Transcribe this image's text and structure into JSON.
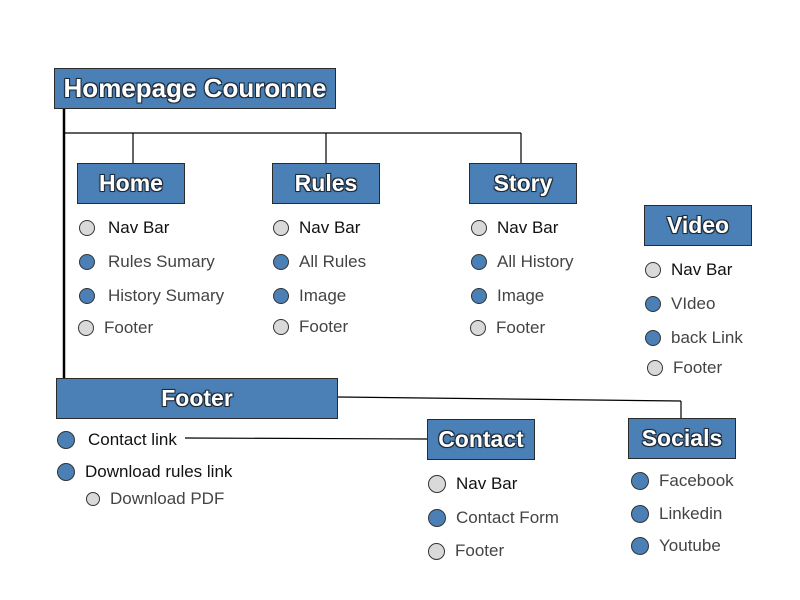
{
  "colors": {
    "box_fill": "#4a80b5",
    "dot_blue": "#4a80b5",
    "dot_grey": "#d9d9d9",
    "line": "#000000"
  },
  "root": {
    "title": "Homepage Couronne"
  },
  "home": {
    "title": "Home",
    "items": [
      {
        "label": "Nav Bar",
        "dot": "grey"
      },
      {
        "label": "Rules Sumary",
        "dot": "blue"
      },
      {
        "label": "History Sumary",
        "dot": "blue"
      },
      {
        "label": "Footer",
        "dot": "grey"
      }
    ]
  },
  "rules": {
    "title": "Rules",
    "items": [
      {
        "label": "Nav Bar",
        "dot": "grey"
      },
      {
        "label": "All Rules",
        "dot": "blue"
      },
      {
        "label": "Image",
        "dot": "blue"
      },
      {
        "label": "Footer",
        "dot": "grey"
      }
    ]
  },
  "story": {
    "title": "Story",
    "items": [
      {
        "label": "Nav Bar",
        "dot": "grey"
      },
      {
        "label": "All History",
        "dot": "blue"
      },
      {
        "label": "Image",
        "dot": "blue"
      },
      {
        "label": "Footer",
        "dot": "grey"
      }
    ]
  },
  "video": {
    "title": "Video",
    "items": [
      {
        "label": "Nav Bar",
        "dot": "grey"
      },
      {
        "label": "VIdeo",
        "dot": "blue"
      },
      {
        "label": "back Link",
        "dot": "blue"
      },
      {
        "label": "Footer",
        "dot": "grey"
      }
    ]
  },
  "footer": {
    "title": "Footer",
    "items": [
      {
        "label": "Contact link",
        "dot": "blue"
      },
      {
        "label": "Download rules link",
        "dot": "blue"
      },
      {
        "label": "Download PDF",
        "dot": "grey"
      }
    ]
  },
  "contact": {
    "title": "Contact",
    "items": [
      {
        "label": "Nav Bar",
        "dot": "grey"
      },
      {
        "label": "Contact Form",
        "dot": "blue"
      },
      {
        "label": "Footer",
        "dot": "grey"
      }
    ]
  },
  "socials": {
    "title": "Socials",
    "items": [
      {
        "label": "Facebook",
        "dot": "blue"
      },
      {
        "label": "Linkedin",
        "dot": "blue"
      },
      {
        "label": "Youtube",
        "dot": "blue"
      }
    ]
  }
}
